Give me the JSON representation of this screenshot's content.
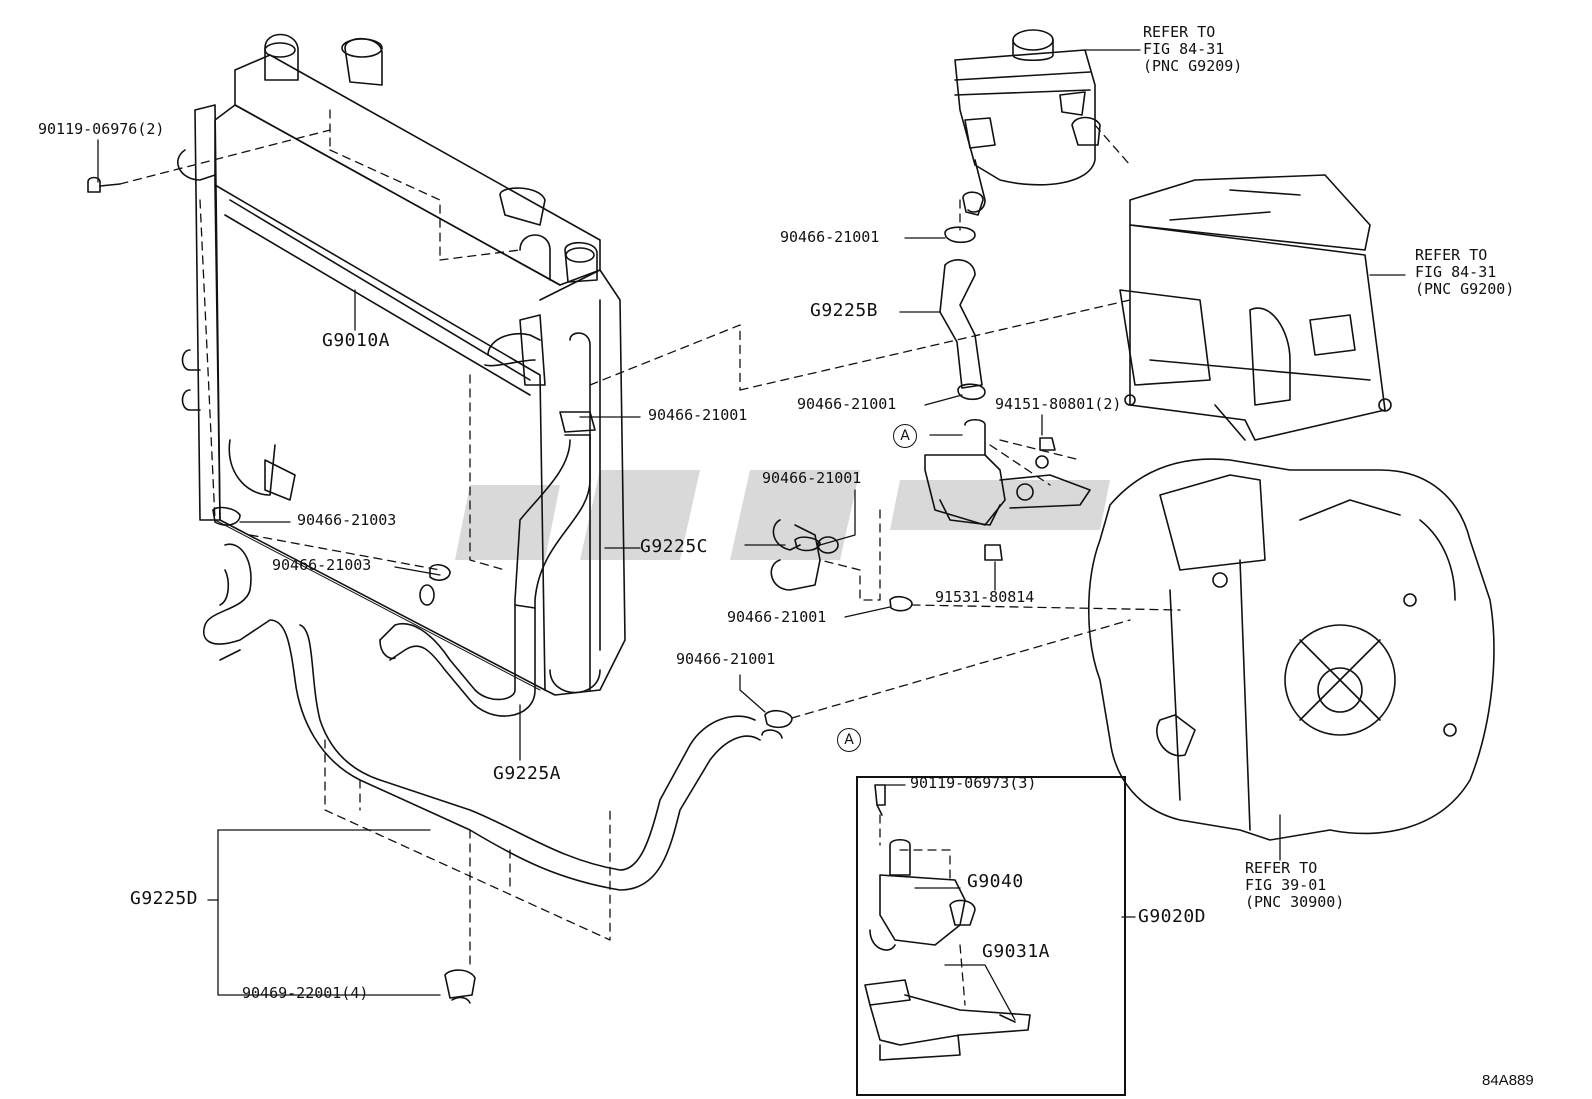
{
  "callouts": {
    "bolt_radiator": "90119-06976(2)",
    "radiator": "G9010A",
    "clamp_reservoir": "90466-21001",
    "hose_b": "G9225B",
    "clamp_upper_right": "90466-21001",
    "clamp_inverter": "90466-21001",
    "nut": "94151-80801(2)",
    "clamp_low1": "90466-21003",
    "clamp_low2": "90466-21003",
    "clamp_mid": "90466-21001",
    "hose_c": "G9225C",
    "bolt_pump": "91531-80814",
    "clamp_mid2": "90466-21001",
    "clamp_lower": "90466-21001",
    "hose_a": "G9225A",
    "hose_d": "G9225D",
    "clamp_bottom": "90469-22001(4)",
    "inset_bolt": "90119-06973(3)",
    "inset_pump": "G9040",
    "inset_bracket": "G9031A",
    "pump_assy": "G9020D",
    "ref_reservoir": "REFER TO\nFIG 84-31\n(PNC G9209)",
    "ref_inverter": "REFER TO\nFIG 84-31\n(PNC G9200)",
    "ref_transaxle": "REFER TO\nFIG 39-01\n(PNC 30900)",
    "marker_a": "A",
    "marker_a_inset": "A",
    "figure_code": "84A889"
  }
}
